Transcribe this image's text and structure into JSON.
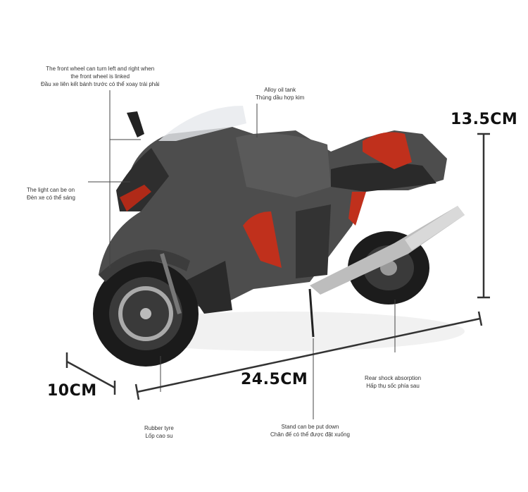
{
  "annotations": {
    "front_wheel": {
      "en_line1": "The front wheel can turn left and right when",
      "en_line2": "the front wheel is linked",
      "vi": "Đầu xe liên kết bánh trước có thể xoay trái phải"
    },
    "light": {
      "en": "The light can be on",
      "vi": "Đèn xe có thể sáng"
    },
    "oil_tank": {
      "en": "Alloy oil tank",
      "vi": "Thùng dầu hợp kim"
    },
    "rear_shock": {
      "en": "Rear shock absorption",
      "vi": "Hấp thụ sốc phía sau"
    },
    "tyre": {
      "en": "Rubber tyre",
      "vi": "Lốp cao su"
    },
    "stand": {
      "en": "Stand can be put down",
      "vi": "Chân đế có thể được đặt xuống"
    }
  },
  "dimensions": {
    "height": "13.5CM",
    "length": "24.5CM",
    "width": "10CM"
  },
  "colors": {
    "body": "#4a4a4a",
    "accent": "#c0301c",
    "chrome": "#b8b8b8"
  }
}
